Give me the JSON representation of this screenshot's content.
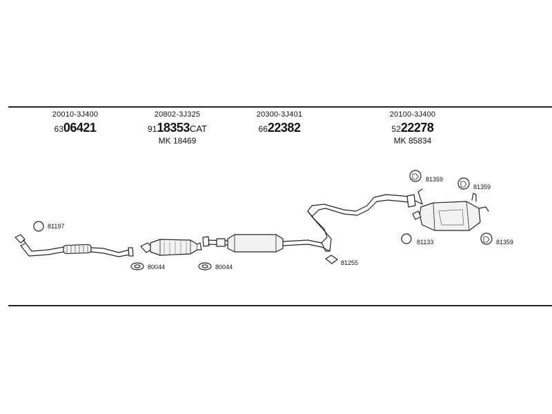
{
  "columns": [
    {
      "oem": "20010-3J400",
      "prefix": "63",
      "number": "06421",
      "suffix": "",
      "mk": ""
    },
    {
      "oem": "20802-3J325",
      "prefix": "91",
      "number": "18353",
      "suffix": "CAT",
      "mk": "MK  18469"
    },
    {
      "oem": "20300-3J401",
      "prefix": "66",
      "number": "22382",
      "suffix": "",
      "mk": ""
    },
    {
      "oem": "20100-3J400",
      "prefix": "52",
      "number": "22278",
      "suffix": "",
      "mk": "MK  85834"
    }
  ],
  "callouts": {
    "front_pipe_gasket": "81197",
    "cat_gasket": "80044",
    "mid_gasket": "80044",
    "bracket": "81255",
    "hanger_top_left": "81359",
    "hanger_top_right": "81359",
    "hanger_bottom_right": "81359",
    "rear_ring": "81133"
  },
  "colors": {
    "line": "#222222",
    "fill": "#f2f2f2"
  }
}
